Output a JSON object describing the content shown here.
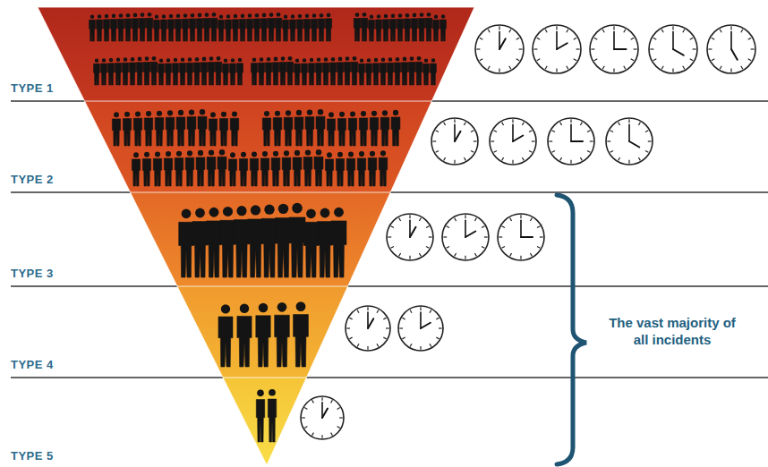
{
  "diagram": {
    "nodes": [
      {
        "text": [
          "TYPE 1"
        ]
      },
      {
        "text": [
          "TYPE 2"
        ]
      },
      {
        "text": [
          "TYPE 3"
        ]
      },
      {
        "text": [
          "TYPE 4"
        ]
      },
      {
        "text": [
          "TYPE 5"
        ]
      }
    ],
    "labels": [
      "The vast majority of all incidents"
    ]
  }
}
